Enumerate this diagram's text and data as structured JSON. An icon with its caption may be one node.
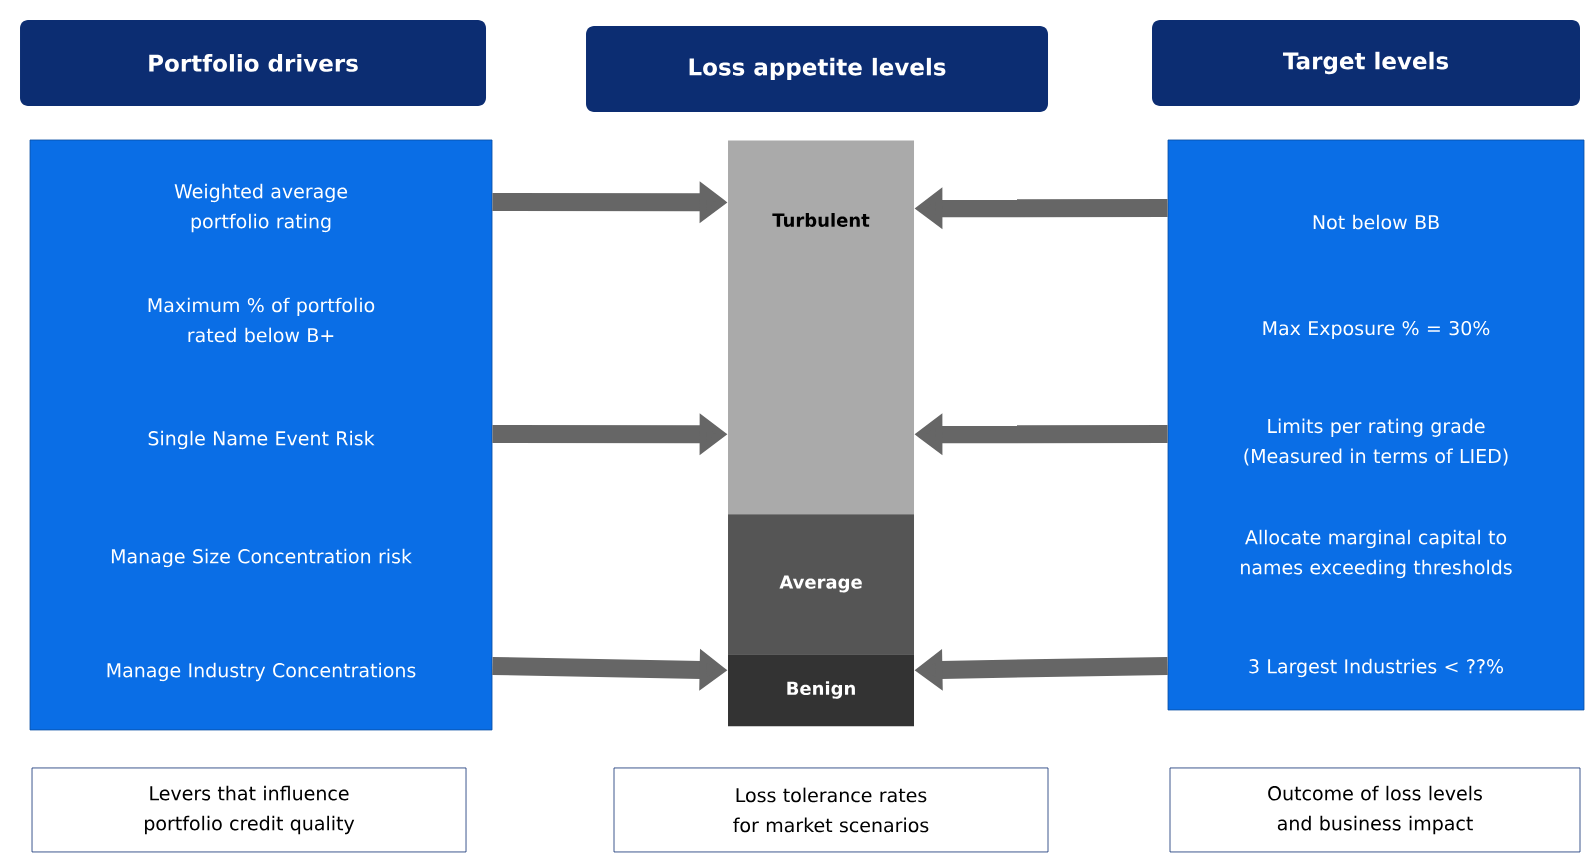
{
  "diagram": {
    "nodes": [
      {
        "text": [
          "Portfolio drivers"
        ]
      },
      {
        "text": [
          "Loss appetite levels"
        ]
      },
      {
        "text": [
          "Target levels"
        ]
      },
      {
        "text": [
          "Weighted average portfolio rating",
          "Maximum % of portfolio rated below B+",
          "Single Name Event Risk",
          "Manage Size Concentration risk",
          "Manage Industry Concentrations"
        ]
      },
      {
        "text": [
          "Turbulent"
        ]
      },
      {
        "text": [
          "Average"
        ]
      },
      {
        "text": [
          "Benign"
        ]
      },
      {
        "text": [
          "Not below BB",
          "Max Exposure % = 30%",
          "Limits per rating grade (Measured in terms of LIED)",
          "Allocate marginal capital to names exceeding thresholds",
          "3 Largest Industries < ??%"
        ]
      },
      {
        "text": [
          "Levers that influence portfolio credit quality"
        ]
      },
      {
        "text": [
          "Loss tolerance rates for market scenarios"
        ]
      },
      {
        "text": [
          "Outcome of loss levels and business impact"
        ]
      }
    ],
    "edges": [
      {
        "from": 3,
        "to": 4,
        "arrow": "to"
      },
      {
        "from": 3,
        "to": 4,
        "arrow": "to"
      },
      {
        "from": 3,
        "to": 6,
        "arrow": "to"
      },
      {
        "from": 7,
        "to": 4,
        "arrow": "to"
      },
      {
        "from": 7,
        "to": 4,
        "arrow": "to"
      },
      {
        "from": 7,
        "to": 6,
        "arrow": "to"
      }
    ]
  }
}
